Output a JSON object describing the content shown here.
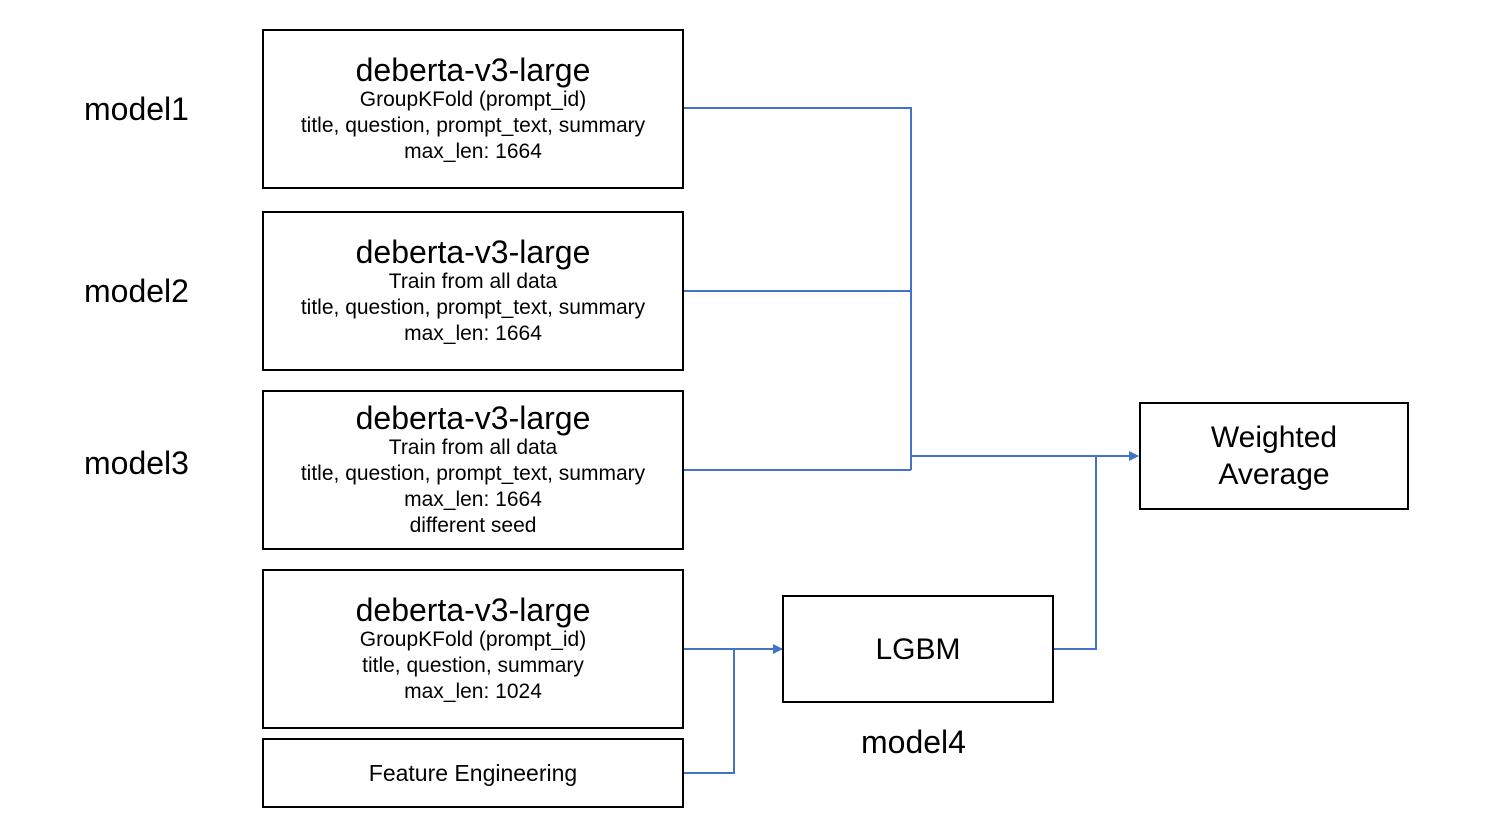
{
  "model_labels": {
    "model1": "model1",
    "model2": "model2",
    "model3": "model3",
    "model4": "model4"
  },
  "boxes": {
    "model1": {
      "title": "deberta-v3-large",
      "lines": [
        "GroupKFold (prompt_id)",
        "title, question, prompt_text, summary",
        "max_len: 1664"
      ]
    },
    "model2": {
      "title": "deberta-v3-large",
      "lines": [
        "Train from all data",
        "title, question, prompt_text, summary",
        "max_len: 1664"
      ]
    },
    "model3": {
      "title": "deberta-v3-large",
      "lines": [
        "Train from all data",
        "title, question, prompt_text, summary",
        "max_len: 1664",
        "different seed"
      ]
    },
    "model4_deberta": {
      "title": "deberta-v3-large",
      "lines": [
        "GroupKFold (prompt_id)",
        "title, question, summary",
        "max_len: 1024"
      ]
    },
    "feature_engineering": {
      "label": "Feature Engineering"
    },
    "lgbm": {
      "label": "LGBM"
    },
    "weighted_average": {
      "lines": [
        "Weighted",
        "Average"
      ]
    }
  },
  "colors": {
    "connector": "#4472c4",
    "border": "#000000",
    "background": "#ffffff"
  }
}
